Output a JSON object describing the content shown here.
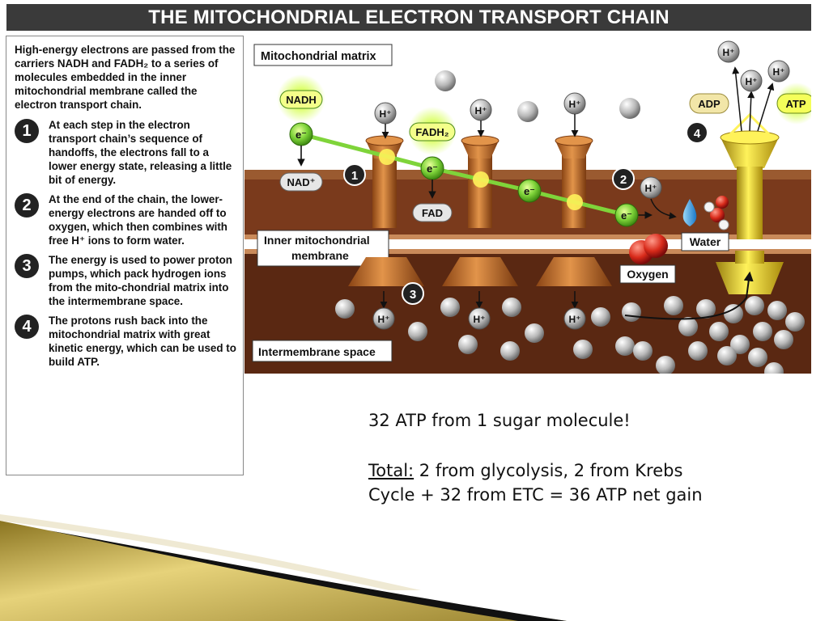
{
  "title": "THE MITOCHONDRIAL ELECTRON TRANSPORT CHAIN",
  "left_panel": {
    "intro": "High-energy electrons are passed from the carriers NADH and FADH₂ to a series of molecules embedded in the inner mitochondrial membrane called the electron transport chain.",
    "steps": [
      {
        "num": "1",
        "text": "At each step in the electron transport chain’s sequence of handoffs, the electrons fall to a lower energy state, releasing a little bit of energy."
      },
      {
        "num": "2",
        "text": "At the end of the chain, the lower-energy electrons are handed off to oxygen, which then combines with free H⁺ ions to form water."
      },
      {
        "num": "3",
        "text": "The energy is used to power proton pumps, which pack hydrogen ions from the mito-chondrial matrix into the intermembrane space."
      },
      {
        "num": "4",
        "text": "The protons rush back into the mitochondrial matrix with great kinetic energy, which can be used to build ATP."
      }
    ]
  },
  "diagram": {
    "label_matrix": "Mitochondrial matrix",
    "label_inner_1": "Inner mitochondrial",
    "label_inner_2": "membrane",
    "label_intermembrane": "Intermembrane space",
    "nadh": "NADH",
    "nad": "NAD⁺",
    "fadh2": "FADH₂",
    "fad": "FAD",
    "electron": "e⁻",
    "proton": "H⁺",
    "adp": "ADP",
    "atp": "ATP",
    "water": "Water",
    "oxygen": "Oxygen",
    "marker_1": "1",
    "marker_2": "2",
    "marker_3": "3",
    "marker_4": "4"
  },
  "notes": {
    "line1": "32 ATP from 1 sugar molecule!",
    "total_label": "Total:",
    "total_rest_1": " 2 from glycolysis, 2 from Krebs",
    "total_rest_2": "Cycle + 32 from ETC = 36 ATP net gain"
  },
  "colors": {
    "title_bg": "#3a3a3a",
    "membrane": "#7a3a1c",
    "protein": "#c8742a",
    "atp_synthase": "#e6c21a",
    "electron_green": "#6fc82c"
  }
}
